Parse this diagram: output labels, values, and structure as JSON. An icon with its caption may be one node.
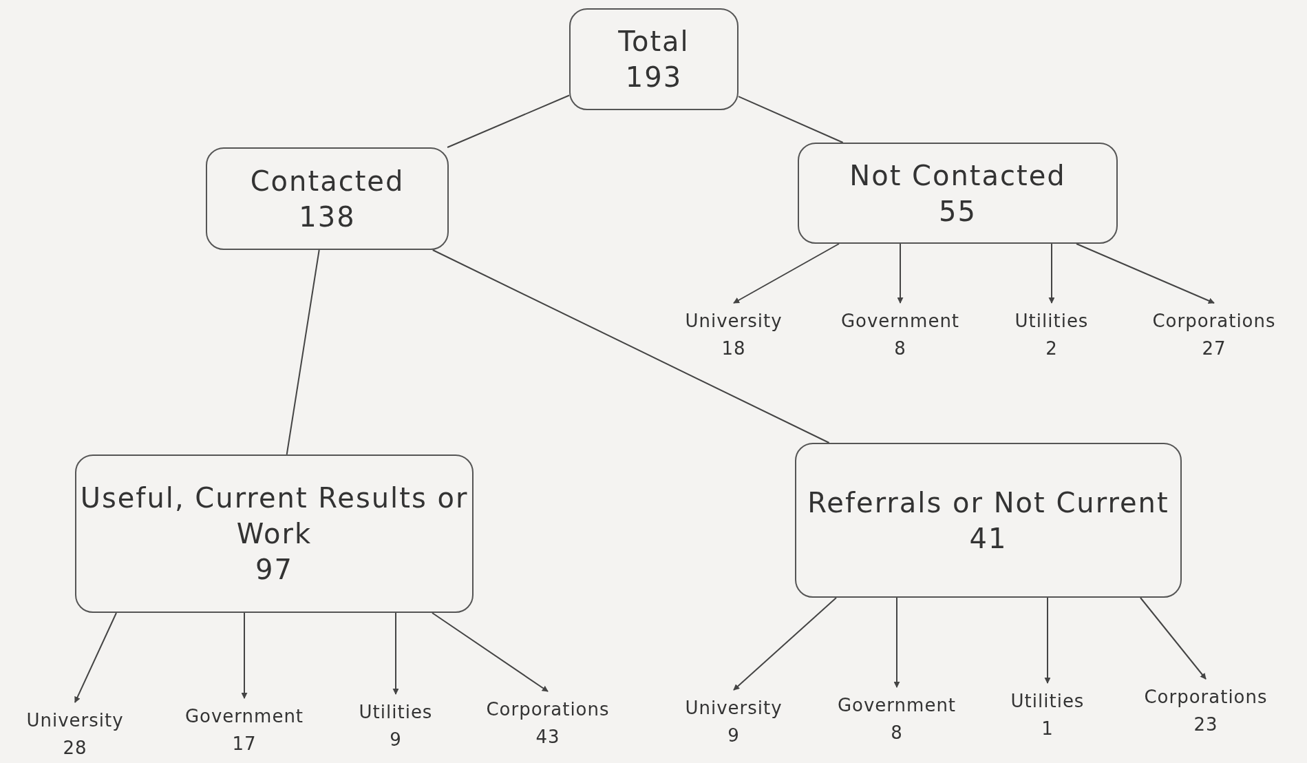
{
  "diagram": {
    "nodes": [
      {
        "text": [
          "Total",
          "193"
        ]
      },
      {
        "text": [
          "Contacted",
          "138"
        ]
      },
      {
        "text": [
          "Not Contacted",
          "55"
        ]
      },
      {
        "text": [
          "Useful, Current Results or Work",
          "97"
        ]
      },
      {
        "text": [
          "Referrals or Not Current",
          "41"
        ]
      },
      {
        "text": [
          "University",
          "18"
        ]
      },
      {
        "text": [
          "Government",
          "8"
        ]
      },
      {
        "text": [
          "Utilities",
          "2"
        ]
      },
      {
        "text": [
          "Corporations",
          "27"
        ]
      },
      {
        "text": [
          "University",
          "28"
        ]
      },
      {
        "text": [
          "Government",
          "17"
        ]
      },
      {
        "text": [
          "Utilities",
          "9"
        ]
      },
      {
        "text": [
          "Corporations",
          "43"
        ]
      },
      {
        "text": [
          "University",
          "9"
        ]
      },
      {
        "text": [
          "Government",
          "8"
        ]
      },
      {
        "text": [
          "Utilities",
          "1"
        ]
      },
      {
        "text": [
          "Corporations",
          "23"
        ]
      }
    ],
    "edges": [
      {
        "from": 0,
        "to": 1,
        "arrow": "none"
      },
      {
        "from": 0,
        "to": 2,
        "arrow": "none"
      },
      {
        "from": 1,
        "to": 3,
        "arrow": "none"
      },
      {
        "from": 1,
        "to": 4,
        "arrow": "none"
      },
      {
        "from": 2,
        "to": 5,
        "arrow": "to"
      },
      {
        "from": 2,
        "to": 6,
        "arrow": "to"
      },
      {
        "from": 2,
        "to": 7,
        "arrow": "to"
      },
      {
        "from": 2,
        "to": 8,
        "arrow": "to"
      },
      {
        "from": 3,
        "to": 9,
        "arrow": "to"
      },
      {
        "from": 3,
        "to": 10,
        "arrow": "to"
      },
      {
        "from": 3,
        "to": 11,
        "arrow": "to"
      },
      {
        "from": 3,
        "to": 12,
        "arrow": "to"
      },
      {
        "from": 4,
        "to": 13,
        "arrow": "to"
      },
      {
        "from": 4,
        "to": 14,
        "arrow": "to"
      },
      {
        "from": 4,
        "to": 15,
        "arrow": "to"
      },
      {
        "from": 4,
        "to": 16,
        "arrow": "to"
      }
    ]
  }
}
